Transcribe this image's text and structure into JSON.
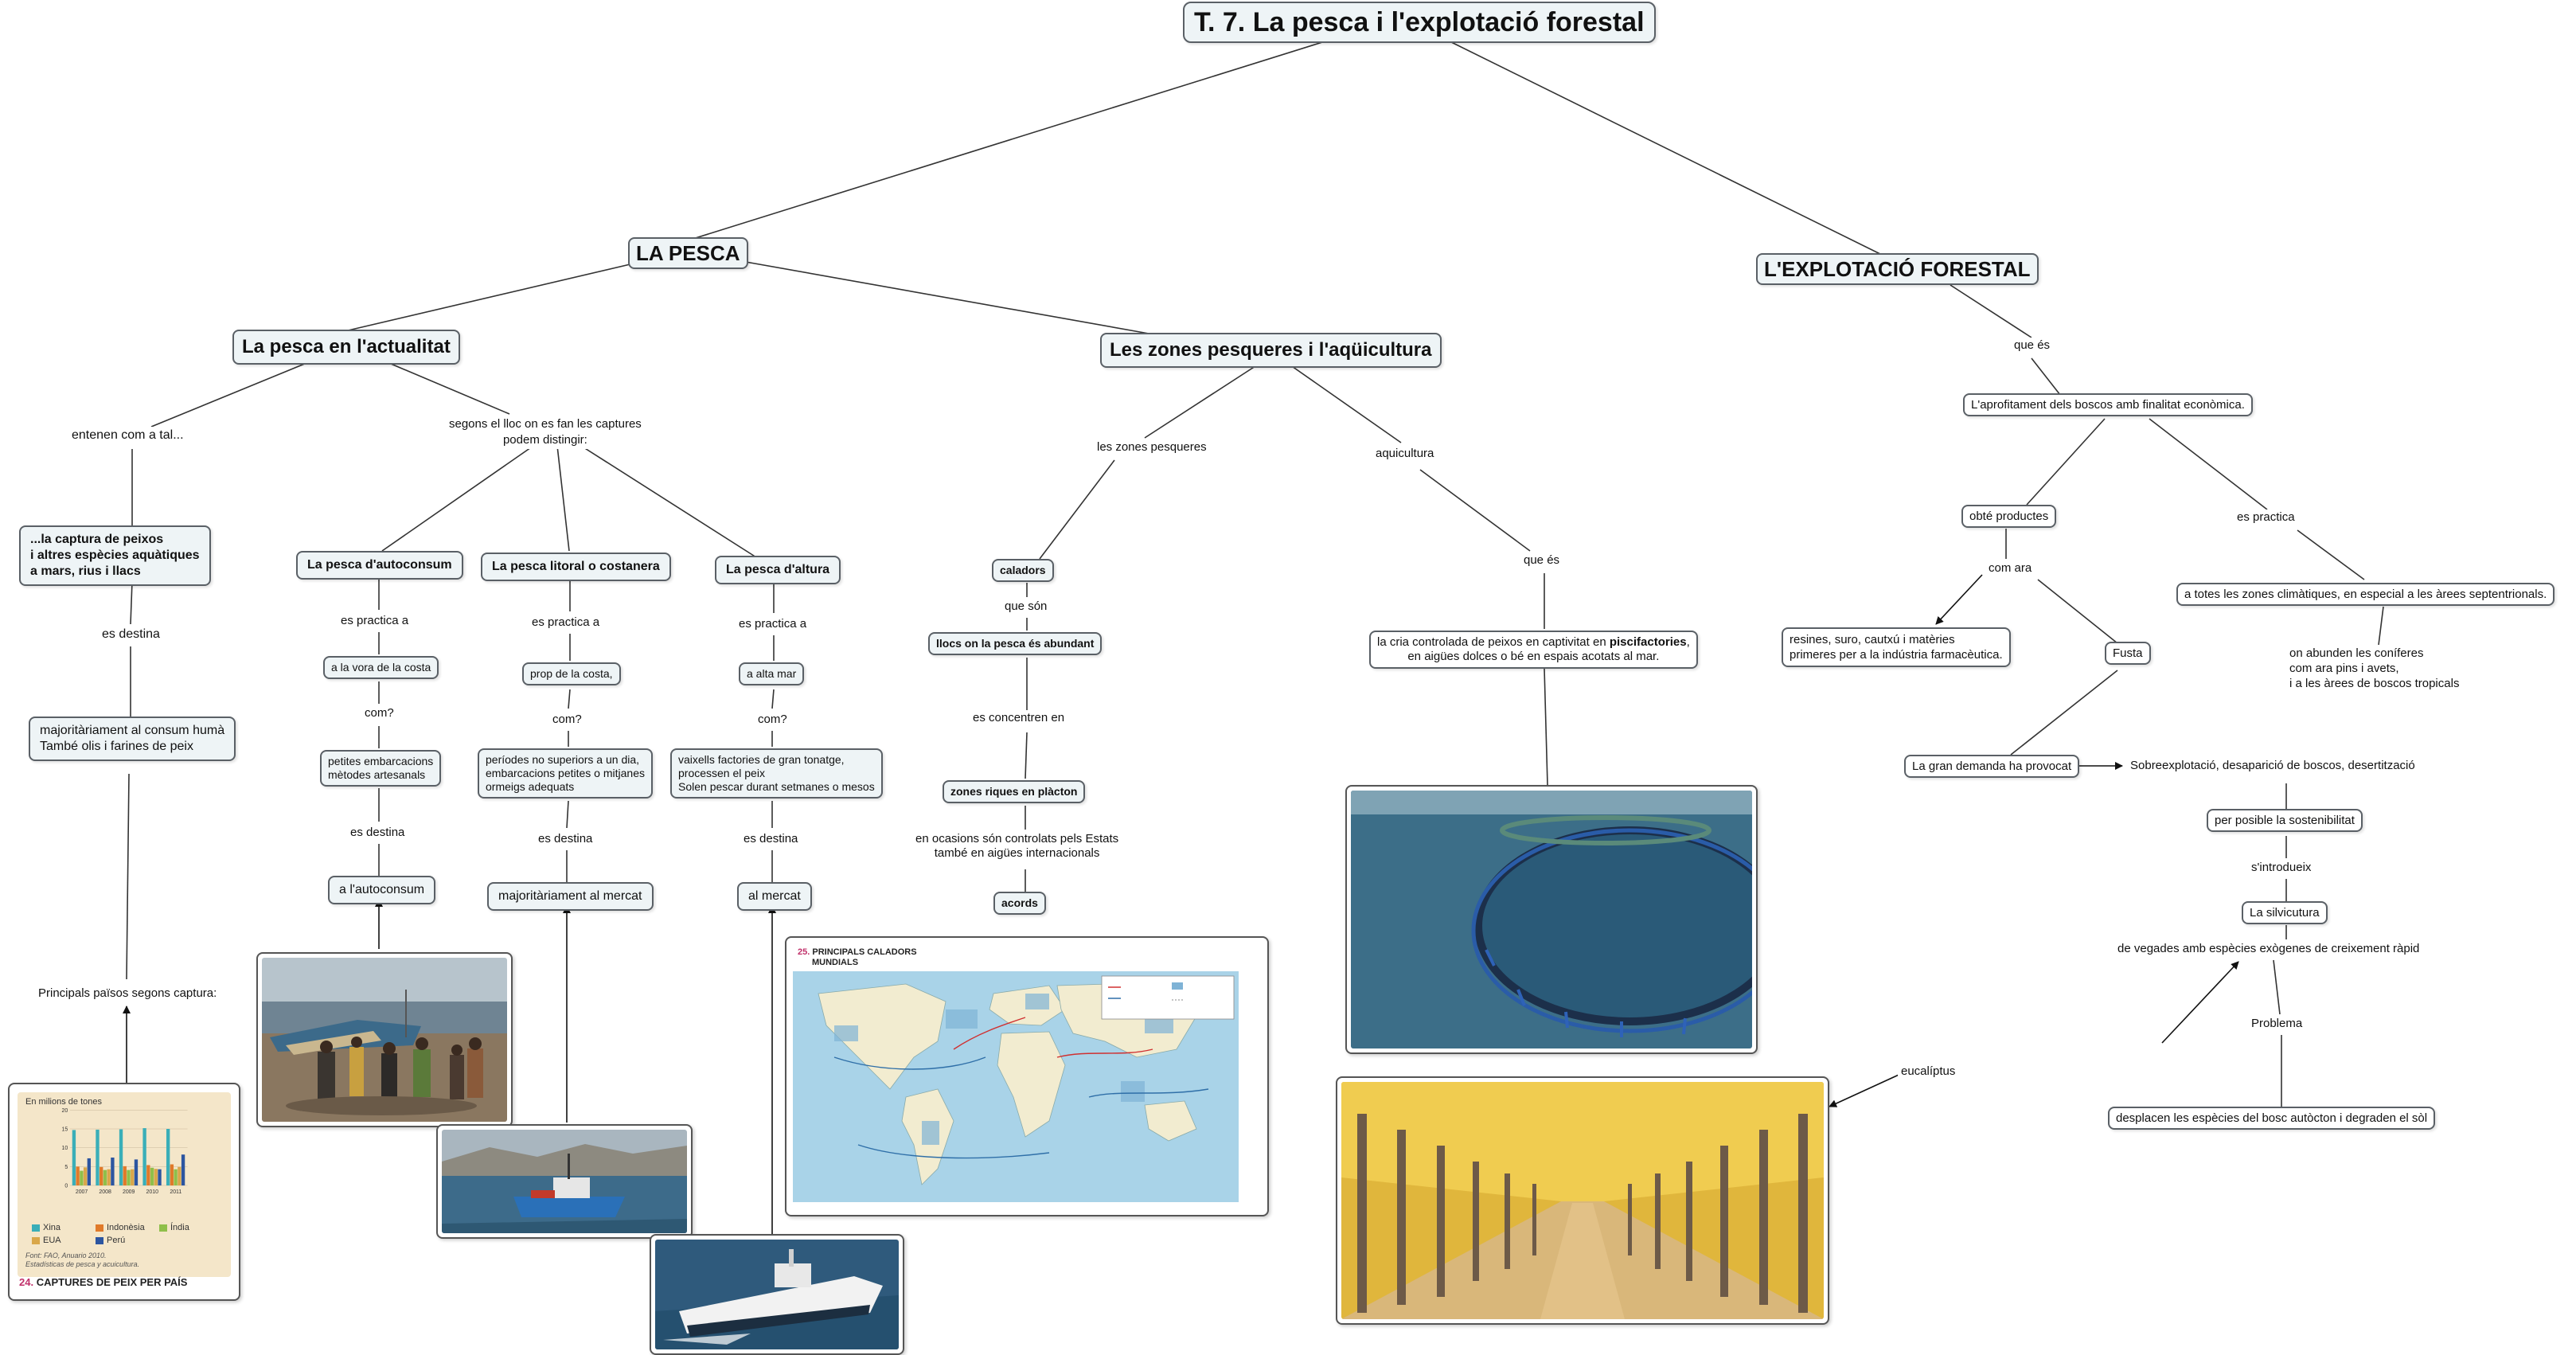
{
  "title": "T. 7. La pesca i l'explotació forestal",
  "branches": {
    "pesca": "LA PESCA",
    "forestal": "L'EXPLOTACIÓ FORESTAL"
  },
  "pesca": {
    "actualitat": "La pesca en l'actualitat",
    "zones": "Les zones pesqueres i l'aqüicultura",
    "entenen": "entenen com a tal...",
    "definicio_l1": "...la captura de peixos",
    "definicio_l2": "i altres espècies aquàtiques",
    "definicio_l3": "a mars, rius i llacs",
    "es_destina": "es destina",
    "consum_l1": "majoritàriament al consum humà",
    "consum_l2": "També olis i farines de peix",
    "principals": "Principals països segons captura:",
    "segons_l1": "segons el lloc on es fan les captures",
    "segons_l2": "podem distingir:",
    "autoconsum": "La pesca d'autoconsum",
    "litoral": "La pesca litoral o costanera",
    "altura": "La pesca d'altura",
    "es_practica_a": "es practica a",
    "vora_costa": "a la vora de la costa",
    "prop_costa": "prop de la costa,",
    "alta_mar": "a alta mar",
    "com": "com?",
    "autoconsum_com_l1": "petites embarcacions",
    "autoconsum_com_l2": "mètodes artesanals",
    "litoral_com_l1": "períodes no superiors a un dia,",
    "litoral_com_l2": "embarcacions petites o mitjanes",
    "litoral_com_l3": "ormeigs adequats",
    "altura_com_l1": "vaixells factories de gran tonatge,",
    "altura_com_l2": "processen el peix",
    "altura_com_l3": "Solen pescar durant setmanes o mesos",
    "dest_autoconsum": "a l'autoconsum",
    "dest_litoral": "majoritàriament al mercat",
    "dest_altura": "al mercat",
    "zones_pesqueres": "les zones pesqueres",
    "caladors": "caladors",
    "que_son": "que són",
    "llocs": "llocs on la pesca és abundant",
    "es_concentren": "es concentren en",
    "placton": "zones riques en plàcton",
    "ocasions_l1": "en ocasions són controlats pels Estats",
    "ocasions_l2": "també en aigües internacionals",
    "acords": "acords",
    "aquicultura": "aquicultura",
    "que_es": "que és",
    "cria_l1a": "la cria controlada de peixos en captivitat en ",
    "cria_l1b": "piscifactories",
    "cria_l1c": ",",
    "cria_l2": "en aigües dolces o bé en espais acotats al mar."
  },
  "forestal": {
    "que_es": "que és",
    "aprofitament": "L'aprofitament dels boscos amb finalitat econòmica.",
    "obte": "obté productes",
    "com_ara": "com ara",
    "resines_l1": "resines, suro, cautxú i matèries",
    "resines_l2": "primeres per a la indústria farmacèutica.",
    "fusta": "Fusta",
    "es_practica": "es practica",
    "zones_clim": "a totes les zones climàtiques, en especial a les àrees septentrionals.",
    "coniferes_l1": "on abunden les coníferes",
    "coniferes_l2": "com ara pins i avets,",
    "coniferes_l3": "i a les àrees de boscos tropicals",
    "demanda": "La gran demanda ha provocat",
    "sobreexplotacio": "Sobreexplotació, desaparició de boscos, desertització",
    "sostenibilitat": "per posible la sostenibilitat",
    "introdueix": "s'introdueix",
    "silvicultura": "La silvicutura",
    "vegades": "de vegades amb espècies exògenes de creixement ràpid",
    "problema": "Problema",
    "desplacen": "desplacen les espècies del bosc autòcton i degraden el sòl",
    "eucaliptus": "eucalíptus"
  },
  "map_figure": {
    "number": "25.",
    "title_l1": "PRINCIPALS CALADORS",
    "title_l2": "MUNDIALS"
  },
  "chart_figure": {
    "number": "24.",
    "caption": "CAPTURES DE PEIX PER PAÍS",
    "source_l1": "Font: FAO, Anuario 2010.",
    "source_l2": "Estadísticas de pesca y acuicultura."
  },
  "chart_data": {
    "type": "bar",
    "title": "CAPTURES DE PEIX PER PAÍS",
    "ylabel": "En milions de tones",
    "categories": [
      "2007",
      "2008",
      "2009",
      "2010",
      "2011"
    ],
    "ylim": [
      0,
      20
    ],
    "yticks": [
      0,
      5,
      10,
      15,
      20
    ],
    "series": [
      {
        "name": "Xina",
        "color": "#3aaeb8",
        "values": [
          14.7,
          14.8,
          14.9,
          15.2,
          15.0
        ]
      },
      {
        "name": "Indonèsia",
        "color": "#e07a2a",
        "values": [
          5.0,
          4.9,
          5.1,
          5.4,
          5.6
        ]
      },
      {
        "name": "Índia",
        "color": "#8fbf4a",
        "values": [
          3.9,
          4.1,
          4.1,
          4.7,
          4.3
        ]
      },
      {
        "name": "EUA",
        "color": "#d9a74a",
        "values": [
          4.8,
          4.3,
          4.3,
          4.4,
          4.9
        ]
      },
      {
        "name": "Perú",
        "color": "#2c55a0",
        "values": [
          7.2,
          7.4,
          6.9,
          4.3,
          8.2
        ]
      }
    ]
  }
}
